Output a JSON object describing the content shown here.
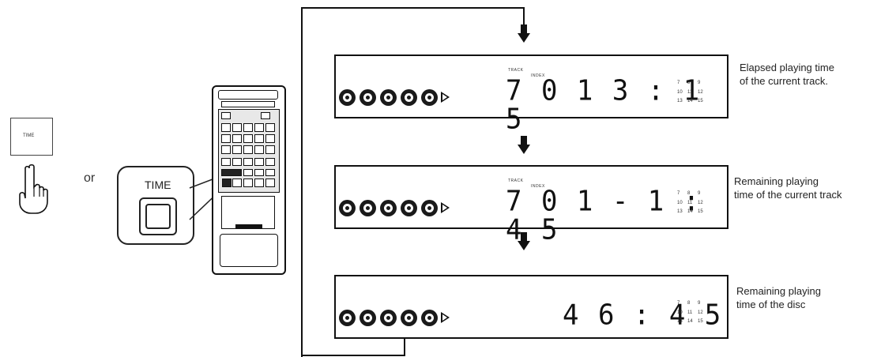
{
  "button_box": {
    "label": "TIME"
  },
  "or_label": "or",
  "remote_callout": {
    "label": "TIME"
  },
  "displays": [
    {
      "main": "7 0 1   3 : 1 5",
      "labels": {
        "track": "TRACK",
        "index": "INDEX"
      },
      "caption_lines": [
        "Elapsed playing time",
        "of the current track."
      ]
    },
    {
      "main": "7 0 1 - 1 : 4 5",
      "labels": {
        "track": "TRACK",
        "index": "INDEX"
      },
      "caption_lines": [
        "Remaining playing",
        "time of the current track"
      ]
    },
    {
      "main": "4 6 : 4 5",
      "labels": {
        "track": "",
        "index": ""
      },
      "caption_lines": [
        "Remaining playing",
        "time of the disc"
      ]
    }
  ],
  "indicator_grid": [
    "7",
    "8",
    "9",
    "10",
    "11",
    "12",
    "13",
    "14",
    "15"
  ]
}
